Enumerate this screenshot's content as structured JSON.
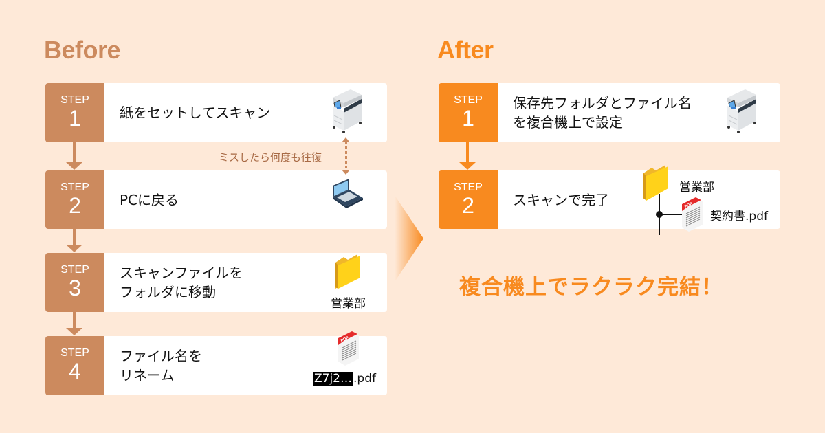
{
  "before": {
    "heading": "Before",
    "steps": [
      {
        "label": "STEP",
        "number": "1",
        "text": "紙をセットしてスキャン",
        "icon": "multifunction-printer-icon"
      },
      {
        "label": "STEP",
        "number": "2",
        "text": "PCに戻る",
        "icon": "laptop-icon"
      },
      {
        "label": "STEP",
        "number": "3",
        "text": "スキャンファイルを\nフォルダに移動",
        "icon": "folder-icon",
        "caption": "営業部"
      },
      {
        "label": "STEP",
        "number": "4",
        "text": "ファイル名を\nリネーム",
        "icon": "pdf-file-icon",
        "caption_masked": "Z7j2…",
        "caption_ext": ".pdf"
      }
    ],
    "loop_note": "ミスしたら何度も往復"
  },
  "after": {
    "heading": "After",
    "steps": [
      {
        "label": "STEP",
        "number": "1",
        "text": "保存先フォルダとファイル名\nを複合機上で設定",
        "icon": "multifunction-printer-icon"
      },
      {
        "label": "STEP",
        "number": "2",
        "text": "スキャンで完了",
        "folder_caption": "営業部",
        "file_caption": "契約書.pdf"
      }
    ],
    "slogan": "複合機上でラクラク完結！"
  },
  "colors": {
    "background": "#fee9d8",
    "before_accent": "#cc8a5e",
    "after_accent": "#f88a1f"
  }
}
